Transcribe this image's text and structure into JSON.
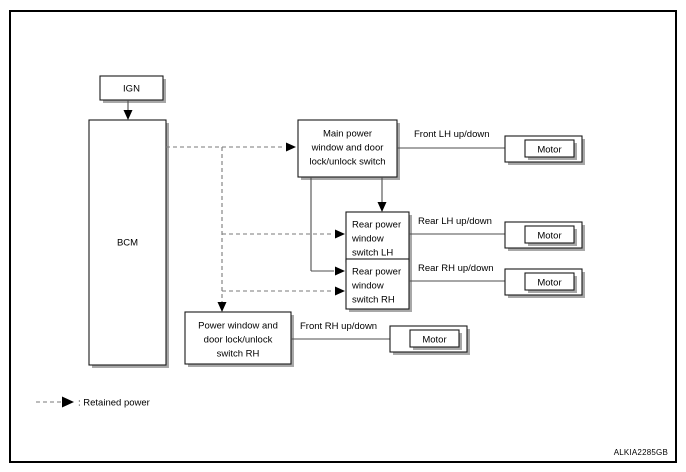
{
  "figure": {
    "reference_code": "ALKIA2285GB",
    "legend": {
      "symbol": "dashed-arrow",
      "text": ": Retained power"
    },
    "boxes": [
      {
        "id": "ign",
        "label": "IGN"
      },
      {
        "id": "bcm",
        "label": "BCM"
      },
      {
        "id": "main_sw",
        "label_lines": [
          "Main power",
          "window and door",
          "lock/unlock switch"
        ]
      },
      {
        "id": "rear_lh",
        "label_lines": [
          "Rear power",
          "window",
          "switch LH"
        ]
      },
      {
        "id": "rear_rh",
        "label_lines": [
          "Rear power",
          "window",
          "switch RH"
        ]
      },
      {
        "id": "front_rh",
        "label_lines": [
          "Power window and",
          "door lock/unlock",
          "switch RH"
        ]
      },
      {
        "id": "motor_front_lh",
        "label": "Motor"
      },
      {
        "id": "motor_rear_lh",
        "label": "Motor"
      },
      {
        "id": "motor_rear_rh",
        "label": "Motor"
      },
      {
        "id": "motor_front_rh",
        "label": "Motor"
      }
    ],
    "line_labels": [
      {
        "id": "front_lh",
        "text": "Front LH up/down"
      },
      {
        "id": "rear_lh",
        "text": "Rear LH up/down"
      },
      {
        "id": "rear_rh",
        "text": "Rear RH up/down"
      },
      {
        "id": "front_rh",
        "text": "Front RH up/down"
      }
    ],
    "colors": {
      "line": "#4d4d4d",
      "dashed_line": "#7a7a7a",
      "box_stroke": "#1a1a1a",
      "shadow": "#a8a8a8",
      "frame": "#000000"
    }
  }
}
